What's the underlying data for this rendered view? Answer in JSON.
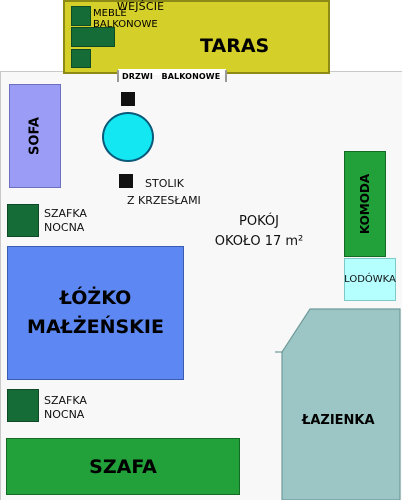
{
  "colors": {
    "terrace": "#d5cf29",
    "balcony_furniture": "#166c37",
    "sofa": "#9b9cf5",
    "table": "#13e7f2",
    "night_stand": "#166c37",
    "bed": "#5d88f3",
    "wardrobe": "#22a13a",
    "dresser": "#22a13a",
    "fridge": "#b5ffff",
    "bathroom": "#9cc6c6"
  },
  "terrace": {
    "label": "TARAS",
    "entry_label": "WEJŚCIE",
    "balcony_furniture_line1": "MEBLE",
    "balcony_furniture_line2": "BALKONOWE"
  },
  "door": {
    "label": "DRZWI   BALKONOWE"
  },
  "furniture": {
    "sofa": "SOFA",
    "table_line1": "STOLIK",
    "table_line2": "Z KRZESŁAMI",
    "night_stand_top_line1": "SZAFKA",
    "night_stand_top_line2": "NOCNA",
    "bed_line1": "ŁÓŻKO",
    "bed_line2": "MAŁŻEŃSKIE",
    "night_stand_bottom_line1": "SZAFKA",
    "night_stand_bottom_line2": "NOCNA",
    "wardrobe": "SZAFA",
    "dresser": "KOMODA",
    "fridge": "LODÓWKA"
  },
  "room": {
    "label_line1": "POKÓJ",
    "label_line2": "OKOŁO 17 m²"
  },
  "bathroom": {
    "label": "ŁAZIENKA"
  }
}
